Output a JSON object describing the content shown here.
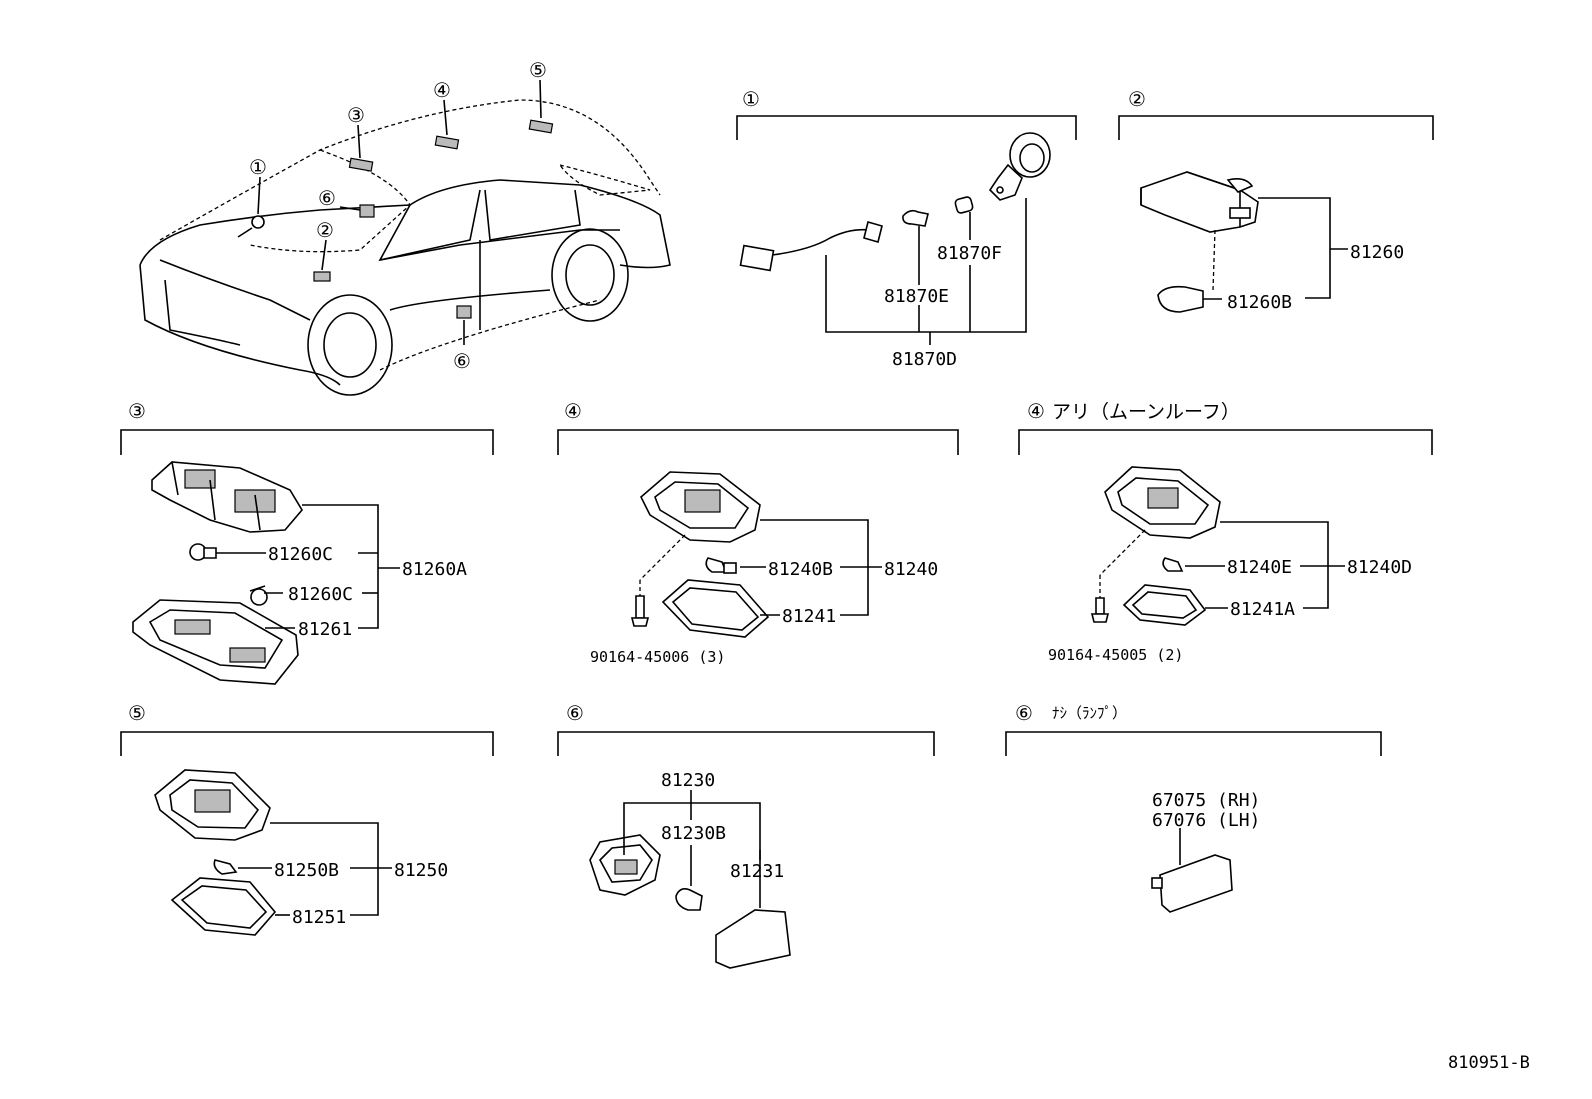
{
  "sections": {
    "s1": {
      "marker": "①"
    },
    "s2": {
      "marker": "②"
    },
    "s3": {
      "marker": "③"
    },
    "s4": {
      "marker": "④"
    },
    "s4b": {
      "marker": "④",
      "note": "アリ（ムーンルーフ）"
    },
    "s5": {
      "marker": "⑤"
    },
    "s6": {
      "marker": "⑥"
    },
    "s6b": {
      "marker": "⑥",
      "note": "ﾅｼ（ﾗﾝﾌﾟ）"
    }
  },
  "car_markers": [
    "①",
    "②",
    "③",
    "④",
    "⑤",
    "⑥",
    "⑥"
  ],
  "parts": {
    "p81870D": "81870D",
    "p81870E": "81870E",
    "p81870F": "81870F",
    "p81260": "81260",
    "p81260B": "81260B",
    "p81260A": "81260A",
    "p81260C1": "81260C",
    "p81260C2": "81260C",
    "p81261": "81261",
    "p81240": "81240",
    "p81240B": "81240B",
    "p81241": "81241",
    "p90164_45006": "90164-45006 (3)",
    "p81240D": "81240D",
    "p81240E": "81240E",
    "p81241A": "81241A",
    "p90164_45005": "90164-45005 (2)",
    "p81250": "81250",
    "p81250B": "81250B",
    "p81251": "81251",
    "p81230": "81230",
    "p81230B": "81230B",
    "p81231": "81231",
    "p67075": "67075 (RH)",
    "p67076": "67076 (LH)"
  },
  "diagram_id": "810951-B"
}
